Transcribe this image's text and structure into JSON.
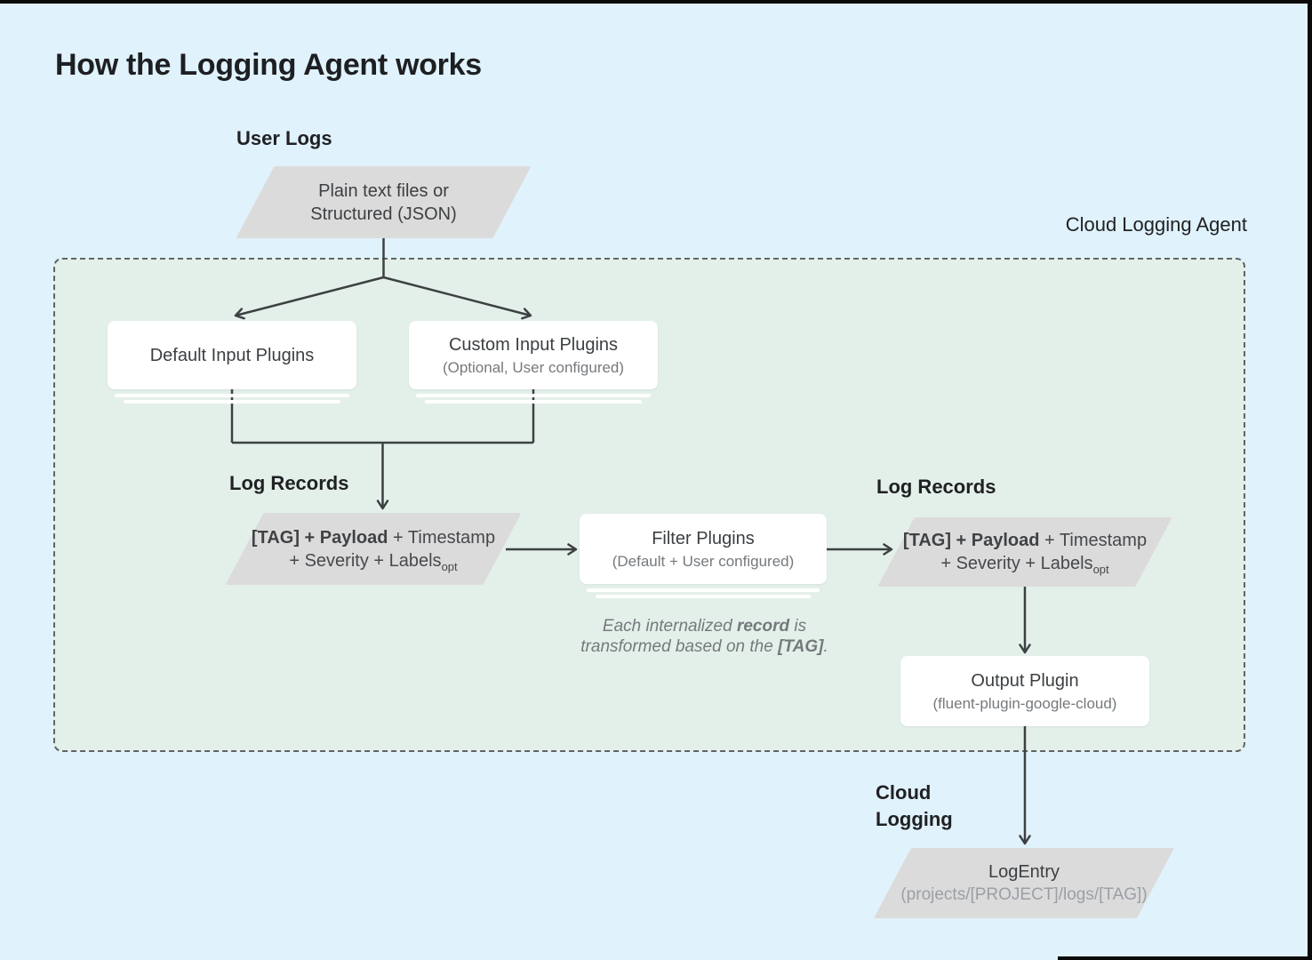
{
  "page": {
    "title": "How the Logging Agent works"
  },
  "labels": {
    "user_logs": "User Logs",
    "cloud_logging_agent": "Cloud Logging Agent",
    "log_records_left": "Log Records",
    "log_records_right": "Log Records",
    "cloud_logging_line1": "Cloud",
    "cloud_logging_line2": "Logging"
  },
  "nodes": {
    "user_logs_source": {
      "line1": "Plain text files or",
      "line2": "Structured (JSON)"
    },
    "default_input_plugins": {
      "title": "Default Input Plugins"
    },
    "custom_input_plugins": {
      "title": "Custom Input Plugins",
      "subtitle": "(Optional, User configured)"
    },
    "log_record_left": {
      "line1_bold": "[TAG] + Payload",
      "line1_rest": " + Timestamp",
      "line2": "+ Severity + Labels",
      "line2_subscript": "opt"
    },
    "filter_plugins": {
      "title": "Filter Plugins",
      "subtitle": "(Default + User configured)"
    },
    "log_record_right": {
      "line1_bold": "[TAG] + Payload",
      "line1_rest": " + Timestamp",
      "line2": "+ Severity + Labels",
      "line2_subscript": "opt"
    },
    "output_plugin": {
      "title": "Output Plugin",
      "subtitle": "(fluent-plugin-google-cloud)"
    },
    "log_entry": {
      "title": "LogEntry",
      "subtitle": "(projects/[PROJECT]/logs/[TAG])"
    }
  },
  "note": {
    "line1_pre": "Each internalized ",
    "line1_bold": "record",
    "line1_post": " is",
    "line2_pre": "transformed based on the ",
    "line2_bold": "[TAG]",
    "line2_post": "."
  },
  "colors": {
    "background": "#e0f2fb",
    "agent_panel_fill": "#e3f0e9",
    "agent_panel_border": "#5f6368",
    "parallelogram_fill": "#dcdbdb",
    "node_fill": "#ffffff",
    "connector": "#3c4043",
    "heading_text": "#202124",
    "subtitle_text": "#75797d",
    "frame_edge": "#0a0a0a"
  }
}
